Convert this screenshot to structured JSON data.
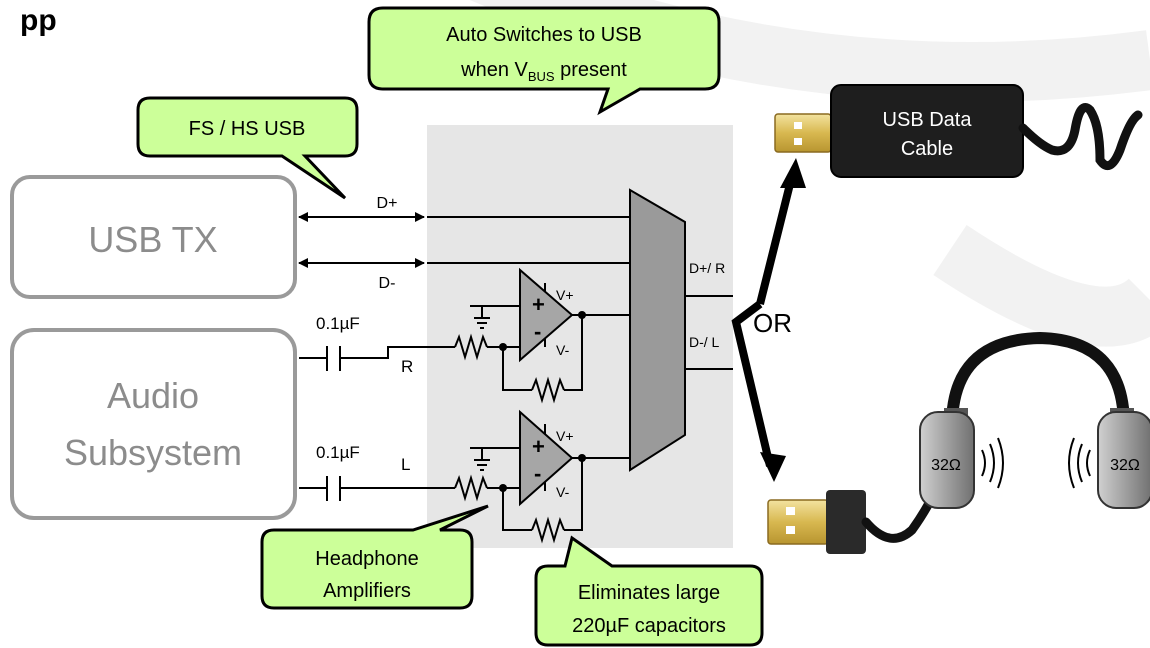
{
  "title_fragment": "pp",
  "blocks": {
    "usb_tx": "USB TX",
    "audio_line1": "Audio",
    "audio_line2": "Subsystem"
  },
  "callouts": {
    "auto_switch_line1": "Auto Switches to USB",
    "auto_switch_line2_prefix": "when V",
    "auto_switch_line2_sub": "BUS",
    "auto_switch_line2_suffix": " present",
    "fs_hs": "FS / HS USB",
    "headphone_line1": "Headphone",
    "headphone_line2": "Amplifiers",
    "eliminates_line1": "Eliminates large",
    "eliminates_line2": "220µF capacitors"
  },
  "signals": {
    "dplus": "D+",
    "dminus": "D-",
    "r": "R",
    "l": "L",
    "mux_out_top": "D+/ R",
    "mux_out_bottom": "D-/ L"
  },
  "components": {
    "cap_top": "0.1µF",
    "cap_bottom": "0.1µF",
    "vplus": "V+",
    "vminus": "V-",
    "plus": "+",
    "minus": "-"
  },
  "right": {
    "cable_line1": "USB Data",
    "cable_line2": "Cable",
    "or": "OR",
    "impedance_left": "32Ω",
    "impedance_right": "32Ω"
  },
  "colors": {
    "callout_fill": "#ccff99",
    "block_stroke": "#9a9a9a",
    "block_text": "#8c8c8c",
    "shade": "#e6e6e6",
    "mux_fill": "#9a9a9a",
    "opamp_fill": "#a6a6a6"
  }
}
